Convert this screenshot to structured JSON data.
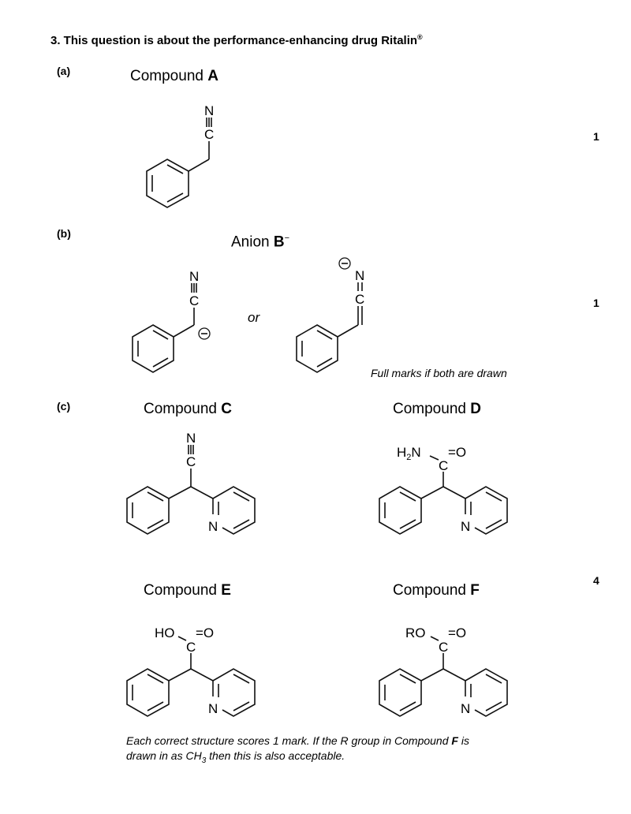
{
  "question": {
    "title": "3. This question is about the performance-enhancing drug Ritalin",
    "title_sup": "®"
  },
  "parts": {
    "a": {
      "label": "(a)",
      "compound_word": "Compound",
      "compound_letter": "A",
      "marks": "1"
    },
    "b": {
      "label": "(b)",
      "anion_word": "Anion",
      "anion_letter": "B",
      "anion_charge": "−",
      "or_text": "or",
      "note": "Full marks if both are drawn",
      "marks": "1"
    },
    "c": {
      "label": "(c)",
      "compound_word": "Compound",
      "letters": {
        "c": "C",
        "d": "D",
        "e": "E",
        "f": "F"
      },
      "marks": "4",
      "note_prefix": "Each correct structure scores 1 mark. If the R group in Compound ",
      "note_bold": "F",
      "note_middle": " is",
      "note_line2_prefix": "drawn in as CH",
      "note_line2_sub": "3",
      "note_line2_suffix": " then this is also acceptable."
    }
  },
  "atoms": {
    "N": "N",
    "C": "C",
    "O": "O",
    "H2N_H": "H",
    "H2N_2": "2",
    "H2N_N": "N",
    "HO": "HO",
    "RO": "RO",
    "eqO": "=O",
    "minus": "−"
  }
}
